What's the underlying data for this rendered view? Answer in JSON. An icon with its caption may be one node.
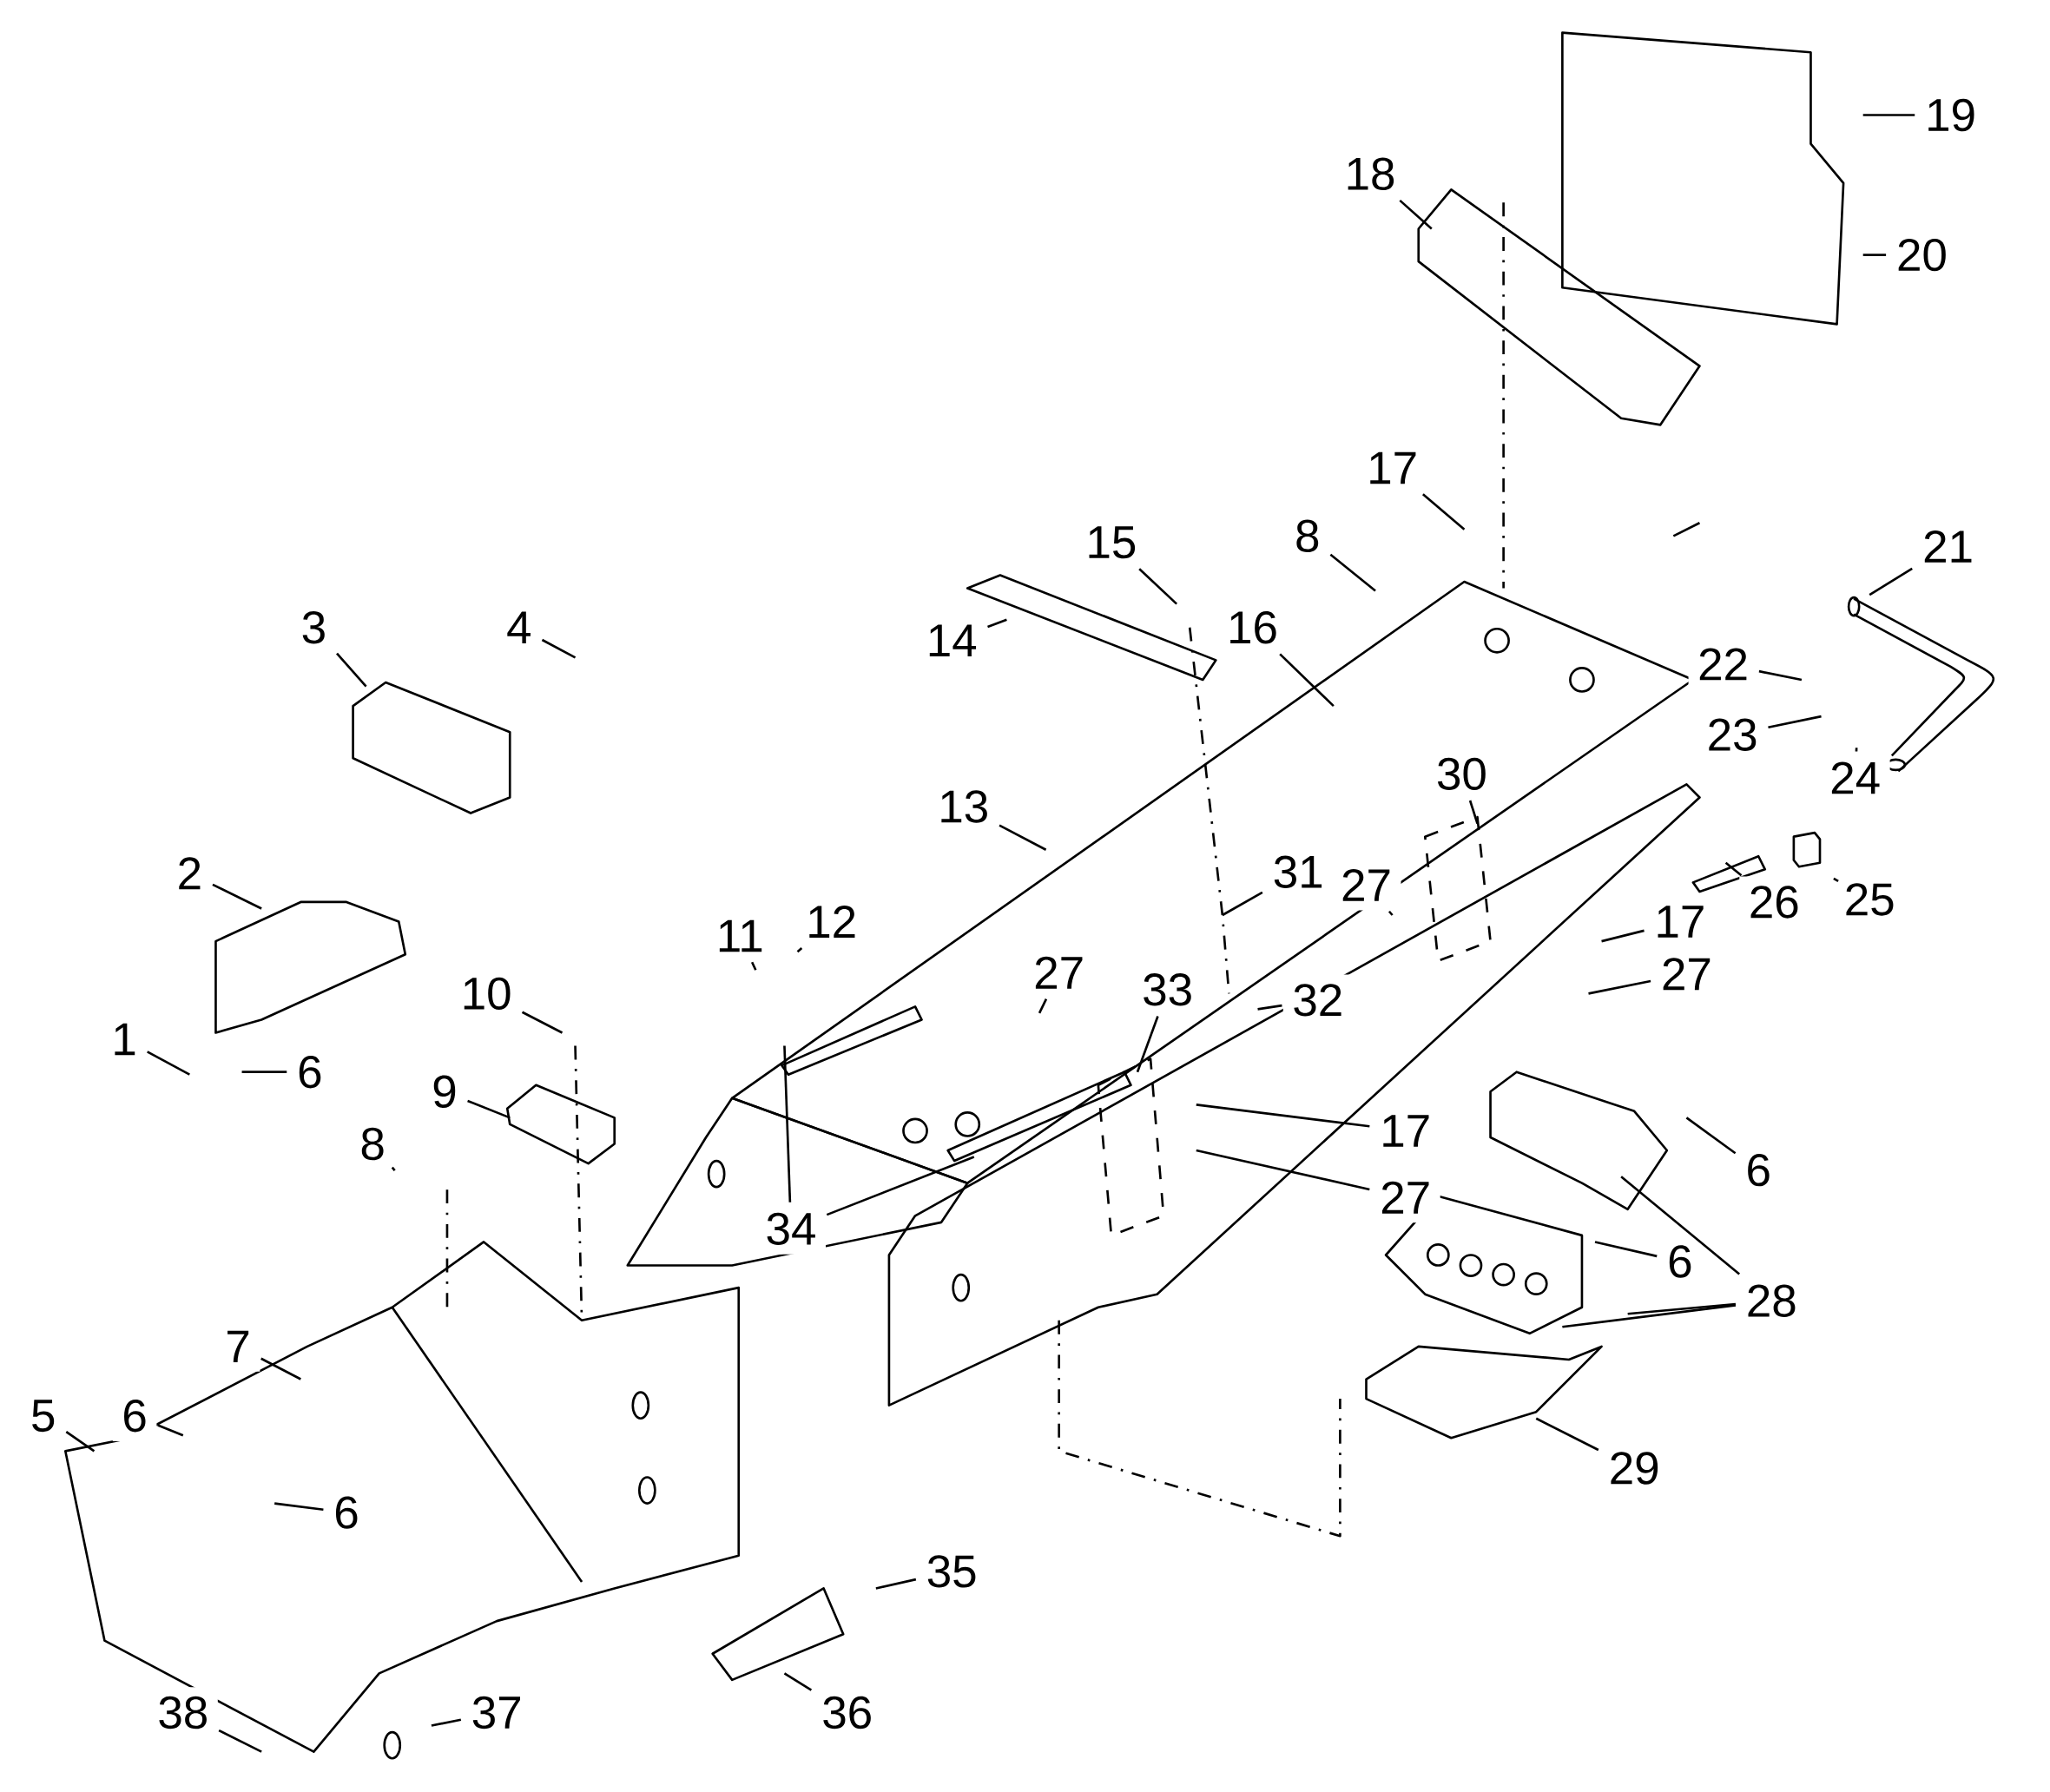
{
  "diagram": {
    "nodes": [
      {
        "text": [
          "19"
        ]
      },
      {
        "text": [
          "18"
        ]
      },
      {
        "text": [
          "20"
        ]
      },
      {
        "text": [
          "17"
        ]
      },
      {
        "text": [
          "21"
        ]
      },
      {
        "text": [
          "15"
        ]
      },
      {
        "text": [
          "8"
        ]
      },
      {
        "text": [
          "3"
        ]
      },
      {
        "text": [
          "4"
        ]
      },
      {
        "text": [
          "16"
        ]
      },
      {
        "text": [
          "14"
        ]
      },
      {
        "text": [
          "22"
        ]
      },
      {
        "text": [
          "23"
        ]
      },
      {
        "text": [
          "24"
        ]
      },
      {
        "text": [
          "30"
        ]
      },
      {
        "text": [
          "13"
        ]
      },
      {
        "text": [
          "2"
        ]
      },
      {
        "text": [
          "31"
        ]
      },
      {
        "text": [
          "27"
        ]
      },
      {
        "text": [
          "26"
        ]
      },
      {
        "text": [
          "25"
        ]
      },
      {
        "text": [
          "11"
        ]
      },
      {
        "text": [
          "12"
        ]
      },
      {
        "text": [
          "17"
        ]
      },
      {
        "text": [
          "27"
        ]
      },
      {
        "text": [
          "10"
        ]
      },
      {
        "text": [
          "27"
        ]
      },
      {
        "text": [
          "33"
        ]
      },
      {
        "text": [
          "32"
        ]
      },
      {
        "text": [
          "1"
        ]
      },
      {
        "text": [
          "6"
        ]
      },
      {
        "text": [
          "9"
        ]
      },
      {
        "text": [
          "17"
        ]
      },
      {
        "text": [
          "8"
        ]
      },
      {
        "text": [
          "6"
        ]
      },
      {
        "text": [
          "27"
        ]
      },
      {
        "text": [
          "34"
        ]
      },
      {
        "text": [
          "6"
        ]
      },
      {
        "text": [
          "28"
        ]
      },
      {
        "text": [
          "7"
        ]
      },
      {
        "text": [
          "5"
        ]
      },
      {
        "text": [
          "6"
        ]
      },
      {
        "text": [
          "29"
        ]
      },
      {
        "text": [
          "6"
        ]
      },
      {
        "text": [
          "35"
        ]
      },
      {
        "text": [
          "38"
        ]
      },
      {
        "text": [
          "37"
        ]
      },
      {
        "text": [
          "36"
        ]
      }
    ],
    "edges": [
      {
        "from": 0,
        "to": null,
        "arrow": "none"
      },
      {
        "from": 1,
        "to": null,
        "arrow": "none"
      },
      {
        "from": 2,
        "to": null,
        "arrow": "none"
      },
      {
        "from": 3,
        "to": null,
        "arrow": "none"
      },
      {
        "from": 4,
        "to": null,
        "arrow": "none"
      },
      {
        "from": 5,
        "to": null,
        "arrow": "none"
      },
      {
        "from": 6,
        "to": null,
        "arrow": "none"
      },
      {
        "from": 7,
        "to": null,
        "arrow": "none"
      },
      {
        "from": 8,
        "to": null,
        "arrow": "none"
      },
      {
        "from": 9,
        "to": null,
        "arrow": "none"
      },
      {
        "from": 10,
        "to": null,
        "arrow": "none"
      },
      {
        "from": 11,
        "to": null,
        "arrow": "none"
      },
      {
        "from": 12,
        "to": null,
        "arrow": "none"
      },
      {
        "from": 13,
        "to": null,
        "arrow": "none"
      },
      {
        "from": 14,
        "to": null,
        "arrow": "none"
      },
      {
        "from": 15,
        "to": null,
        "arrow": "none"
      },
      {
        "from": 16,
        "to": null,
        "arrow": "none"
      },
      {
        "from": 17,
        "to": null,
        "arrow": "none"
      },
      {
        "from": 18,
        "to": null,
        "arrow": "none"
      },
      {
        "from": 19,
        "to": null,
        "arrow": "none"
      },
      {
        "from": 20,
        "to": null,
        "arrow": "none"
      },
      {
        "from": 21,
        "to": null,
        "arrow": "none"
      },
      {
        "from": 22,
        "to": null,
        "arrow": "none"
      },
      {
        "from": 23,
        "to": null,
        "arrow": "none"
      },
      {
        "from": 24,
        "to": null,
        "arrow": "none"
      },
      {
        "from": 25,
        "to": null,
        "arrow": "none"
      },
      {
        "from": 26,
        "to": null,
        "arrow": "none"
      },
      {
        "from": 27,
        "to": null,
        "arrow": "none"
      },
      {
        "from": 28,
        "to": null,
        "arrow": "none"
      },
      {
        "from": 29,
        "to": null,
        "arrow": "none"
      },
      {
        "from": 30,
        "to": null,
        "arrow": "none"
      },
      {
        "from": 31,
        "to": null,
        "arrow": "none"
      },
      {
        "from": 32,
        "to": null,
        "arrow": "none"
      },
      {
        "from": 33,
        "to": null,
        "arrow": "none"
      },
      {
        "from": 34,
        "to": null,
        "arrow": "none"
      },
      {
        "from": 35,
        "to": null,
        "arrow": "none"
      },
      {
        "from": 36,
        "to": null,
        "arrow": "none"
      },
      {
        "from": 36,
        "to": null,
        "arrow": "none"
      },
      {
        "from": 37,
        "to": null,
        "arrow": "none"
      },
      {
        "from": 38,
        "to": null,
        "arrow": "none"
      },
      {
        "from": 38,
        "to": null,
        "arrow": "none"
      },
      {
        "from": 38,
        "to": null,
        "arrow": "none"
      },
      {
        "from": 39,
        "to": null,
        "arrow": "none"
      },
      {
        "from": 40,
        "to": null,
        "arrow": "none"
      },
      {
        "from": 41,
        "to": null,
        "arrow": "none"
      },
      {
        "from": 42,
        "to": null,
        "arrow": "none"
      },
      {
        "from": 43,
        "to": null,
        "arrow": "none"
      },
      {
        "from": 44,
        "to": null,
        "arrow": "none"
      },
      {
        "from": 45,
        "to": null,
        "arrow": "none"
      },
      {
        "from": 46,
        "to": null,
        "arrow": "none"
      },
      {
        "from": 47,
        "to": null,
        "arrow": "none"
      }
    ]
  }
}
